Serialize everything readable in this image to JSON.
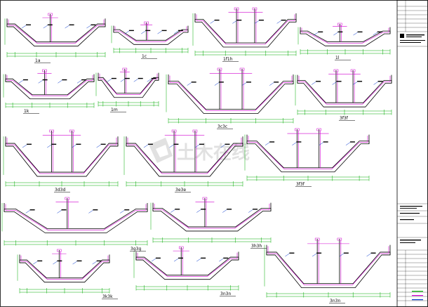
{
  "sheet": {
    "title_block": {
      "project_label": "",
      "drawing_label": ""
    },
    "colors": {
      "concrete": "#000000",
      "rebar": "#d000d0",
      "dimension": "#00aa00",
      "callout": "#0033cc",
      "frame": "#000000",
      "background": "#ffffff"
    },
    "watermark": {
      "text": "土木在线",
      "logo_name": "watermark-logo-icon"
    },
    "sections": [
      {
        "label": "1a"
      },
      {
        "label": "1c"
      },
      {
        "label": "1f1h"
      },
      {
        "label": "1l"
      },
      {
        "label": "1k"
      },
      {
        "label": "1m"
      },
      {
        "label": "3c3c"
      },
      {
        "label": "3f3f"
      },
      {
        "label": "3d3d"
      },
      {
        "label": "3e3e"
      },
      {
        "label": "3f3f"
      },
      {
        "label": "3g3g"
      },
      {
        "label": "3h3h"
      },
      {
        "label": "3k3k"
      },
      {
        "label": "3n3n"
      },
      {
        "label": "3n3n"
      }
    ]
  }
}
